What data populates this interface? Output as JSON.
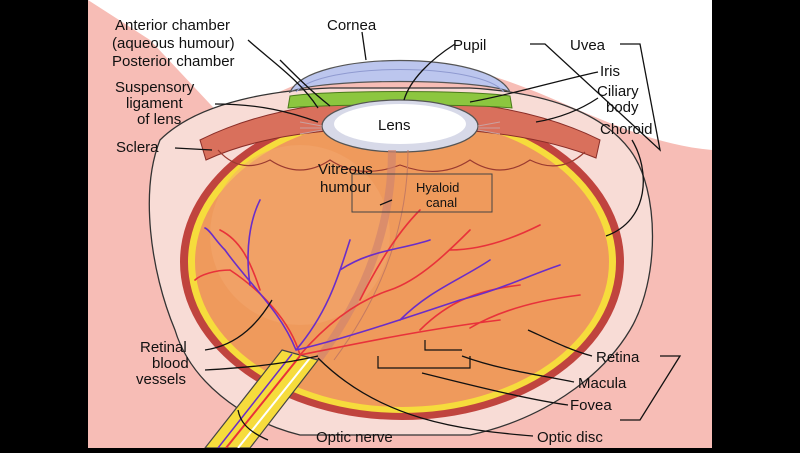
{
  "labels": {
    "anterior_chamber_1": "Anterior chamber",
    "anterior_chamber_2": "(aqueous humour)",
    "posterior_chamber": "Posterior chamber",
    "suspensory_1": "Suspensory",
    "suspensory_2": "ligament",
    "suspensory_3": "of lens",
    "sclera": "Sclera",
    "cornea": "Cornea",
    "pupil": "Pupil",
    "uvea": "Uvea",
    "iris": "Iris",
    "ciliary_1": "Ciliary",
    "ciliary_2": "body",
    "choroid": "Choroid",
    "lens": "Lens",
    "vitreous_1": "Vitreous",
    "vitreous_2": "humour",
    "hyaloid_1": "Hyaloid",
    "hyaloid_2": "canal",
    "retinal_1": "Retinal",
    "retinal_2": "blood",
    "retinal_3": "vessels",
    "retina": "Retina",
    "macula": "Macula",
    "fovea": "Fovea",
    "optic_nerve": "Optic nerve",
    "optic_disc": "Optic disc"
  },
  "colors": {
    "background_white": "#ffffff",
    "background_pink": "#f7bdb6",
    "vitreous": "#ef9a5c",
    "retina_yellow": "#f6dc3c",
    "choroid": "#c0443e",
    "ciliary": "#d9705c",
    "iris_green": "#8cc63f",
    "cornea_blue": "#bcc6ee",
    "vessel_red": "#e8323a",
    "vessel_blue": "#6a2dc9"
  }
}
